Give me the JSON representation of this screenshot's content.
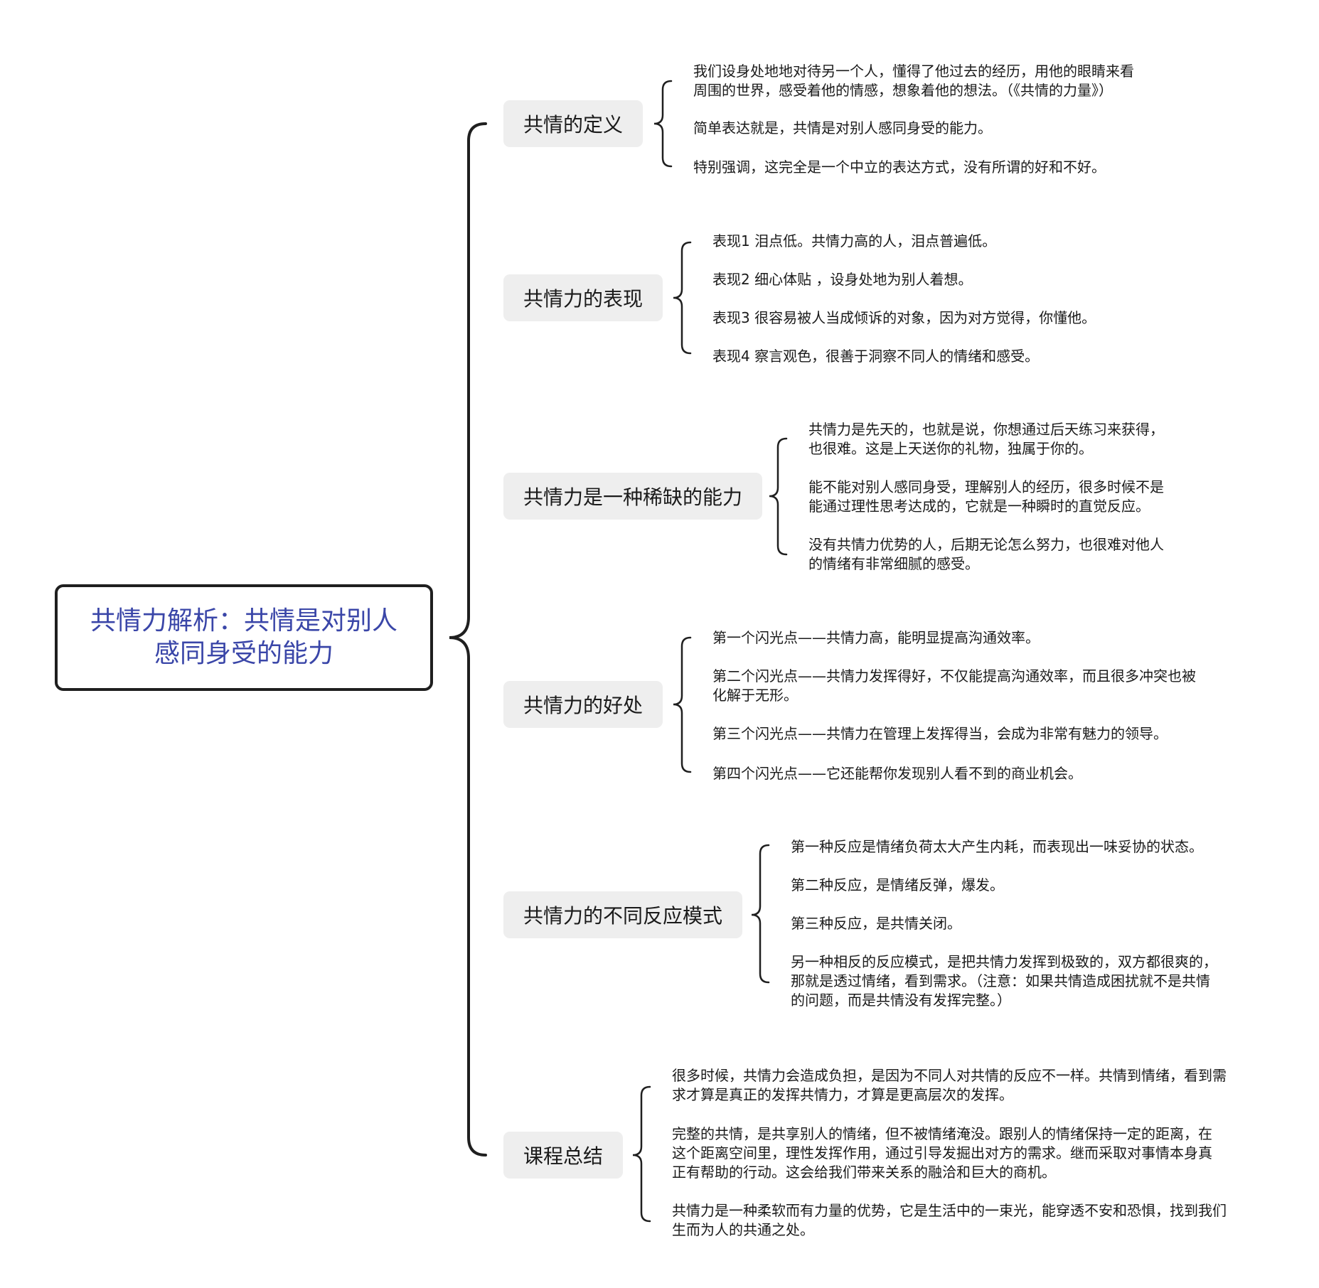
{
  "root": {
    "title": "共情力解析：共情是对别人\n感同身受的能力"
  },
  "branches": [
    {
      "label": "共情的定义",
      "leaves": [
        "我们设身处地地对待另一个人，懂得了他过去的经历，用他的眼睛来看\n周围的世界，感受着他的情感，想象着他的想法。（《共情的力量》）",
        "简单表达就是，共情是对别人感同身受的能力。",
        "特别强调，这完全是一个中立的表达方式，没有所谓的好和不好。"
      ]
    },
    {
      "label": "共情力的表现",
      "leaves": [
        "表现1 泪点低。共情力高的人，泪点普遍低。",
        "表现2 细心体贴 ，设身处地为别人着想。",
        "表现3 很容易被人当成倾诉的对象，因为对方觉得，你懂他。",
        "表现4 察言观色，很善于洞察不同人的情绪和感受。"
      ]
    },
    {
      "label": "共情力是一种稀缺的能力",
      "leaves": [
        "共情力是先天的，也就是说，你想通过后天练习来获得，\n也很难。这是上天送你的礼物，独属于你的。",
        "能不能对别人感同身受，理解别人的经历，很多时候不是\n能通过理性思考达成的，它就是一种瞬时的直觉反应。",
        "没有共情力优势的人，后期无论怎么努力，也很难对他人\n的情绪有非常细腻的感受。"
      ]
    },
    {
      "label": "共情力的好处",
      "leaves": [
        "第一个闪光点——共情力高，能明显提高沟通效率。",
        "第二个闪光点——共情力发挥得好，不仅能提高沟通效率，而且很多冲突也被\n化解于无形。",
        "第三个闪光点——共情力在管理上发挥得当，会成为非常有魅力的领导。",
        "第四个闪光点——它还能帮你发现别人看不到的商业机会。"
      ]
    },
    {
      "label": "共情力的不同反应模式",
      "leaves": [
        "第一种反应是情绪负荷太大产生内耗，而表现出一味妥协的状态。",
        "第二种反应，是情绪反弹，爆发。",
        "第三种反应，是共情关闭。",
        "另一种相反的反应模式，是把共情力发挥到极致的，双方都很爽的，\n那就是透过情绪，看到需求。（注意：如果共情造成困扰就不是共情\n的问题，而是共情没有发挥完整。）"
      ]
    },
    {
      "label": "课程总结",
      "leaves": [
        "很多时候，共情力会造成负担，是因为不同人对共情的反应不一样。共情到情绪，看到需\n求才算是真正的发挥共情力，才算是更高层次的发挥。",
        "完整的共情，是共享别人的情绪，但不被情绪淹没。跟别人的情绪保持一定的距离，在\n这个距离空间里，理性发挥作用，通过引导发掘出对方的需求。继而采取对事情本身真\n正有帮助的行动。这会给我们带来关系的融洽和巨大的商机。",
        "共情力是一种柔软而有力量的优势，它是生活中的一束光，能穿透不安和恐惧，找到我们\n生而为人的共通之处。"
      ]
    }
  ]
}
